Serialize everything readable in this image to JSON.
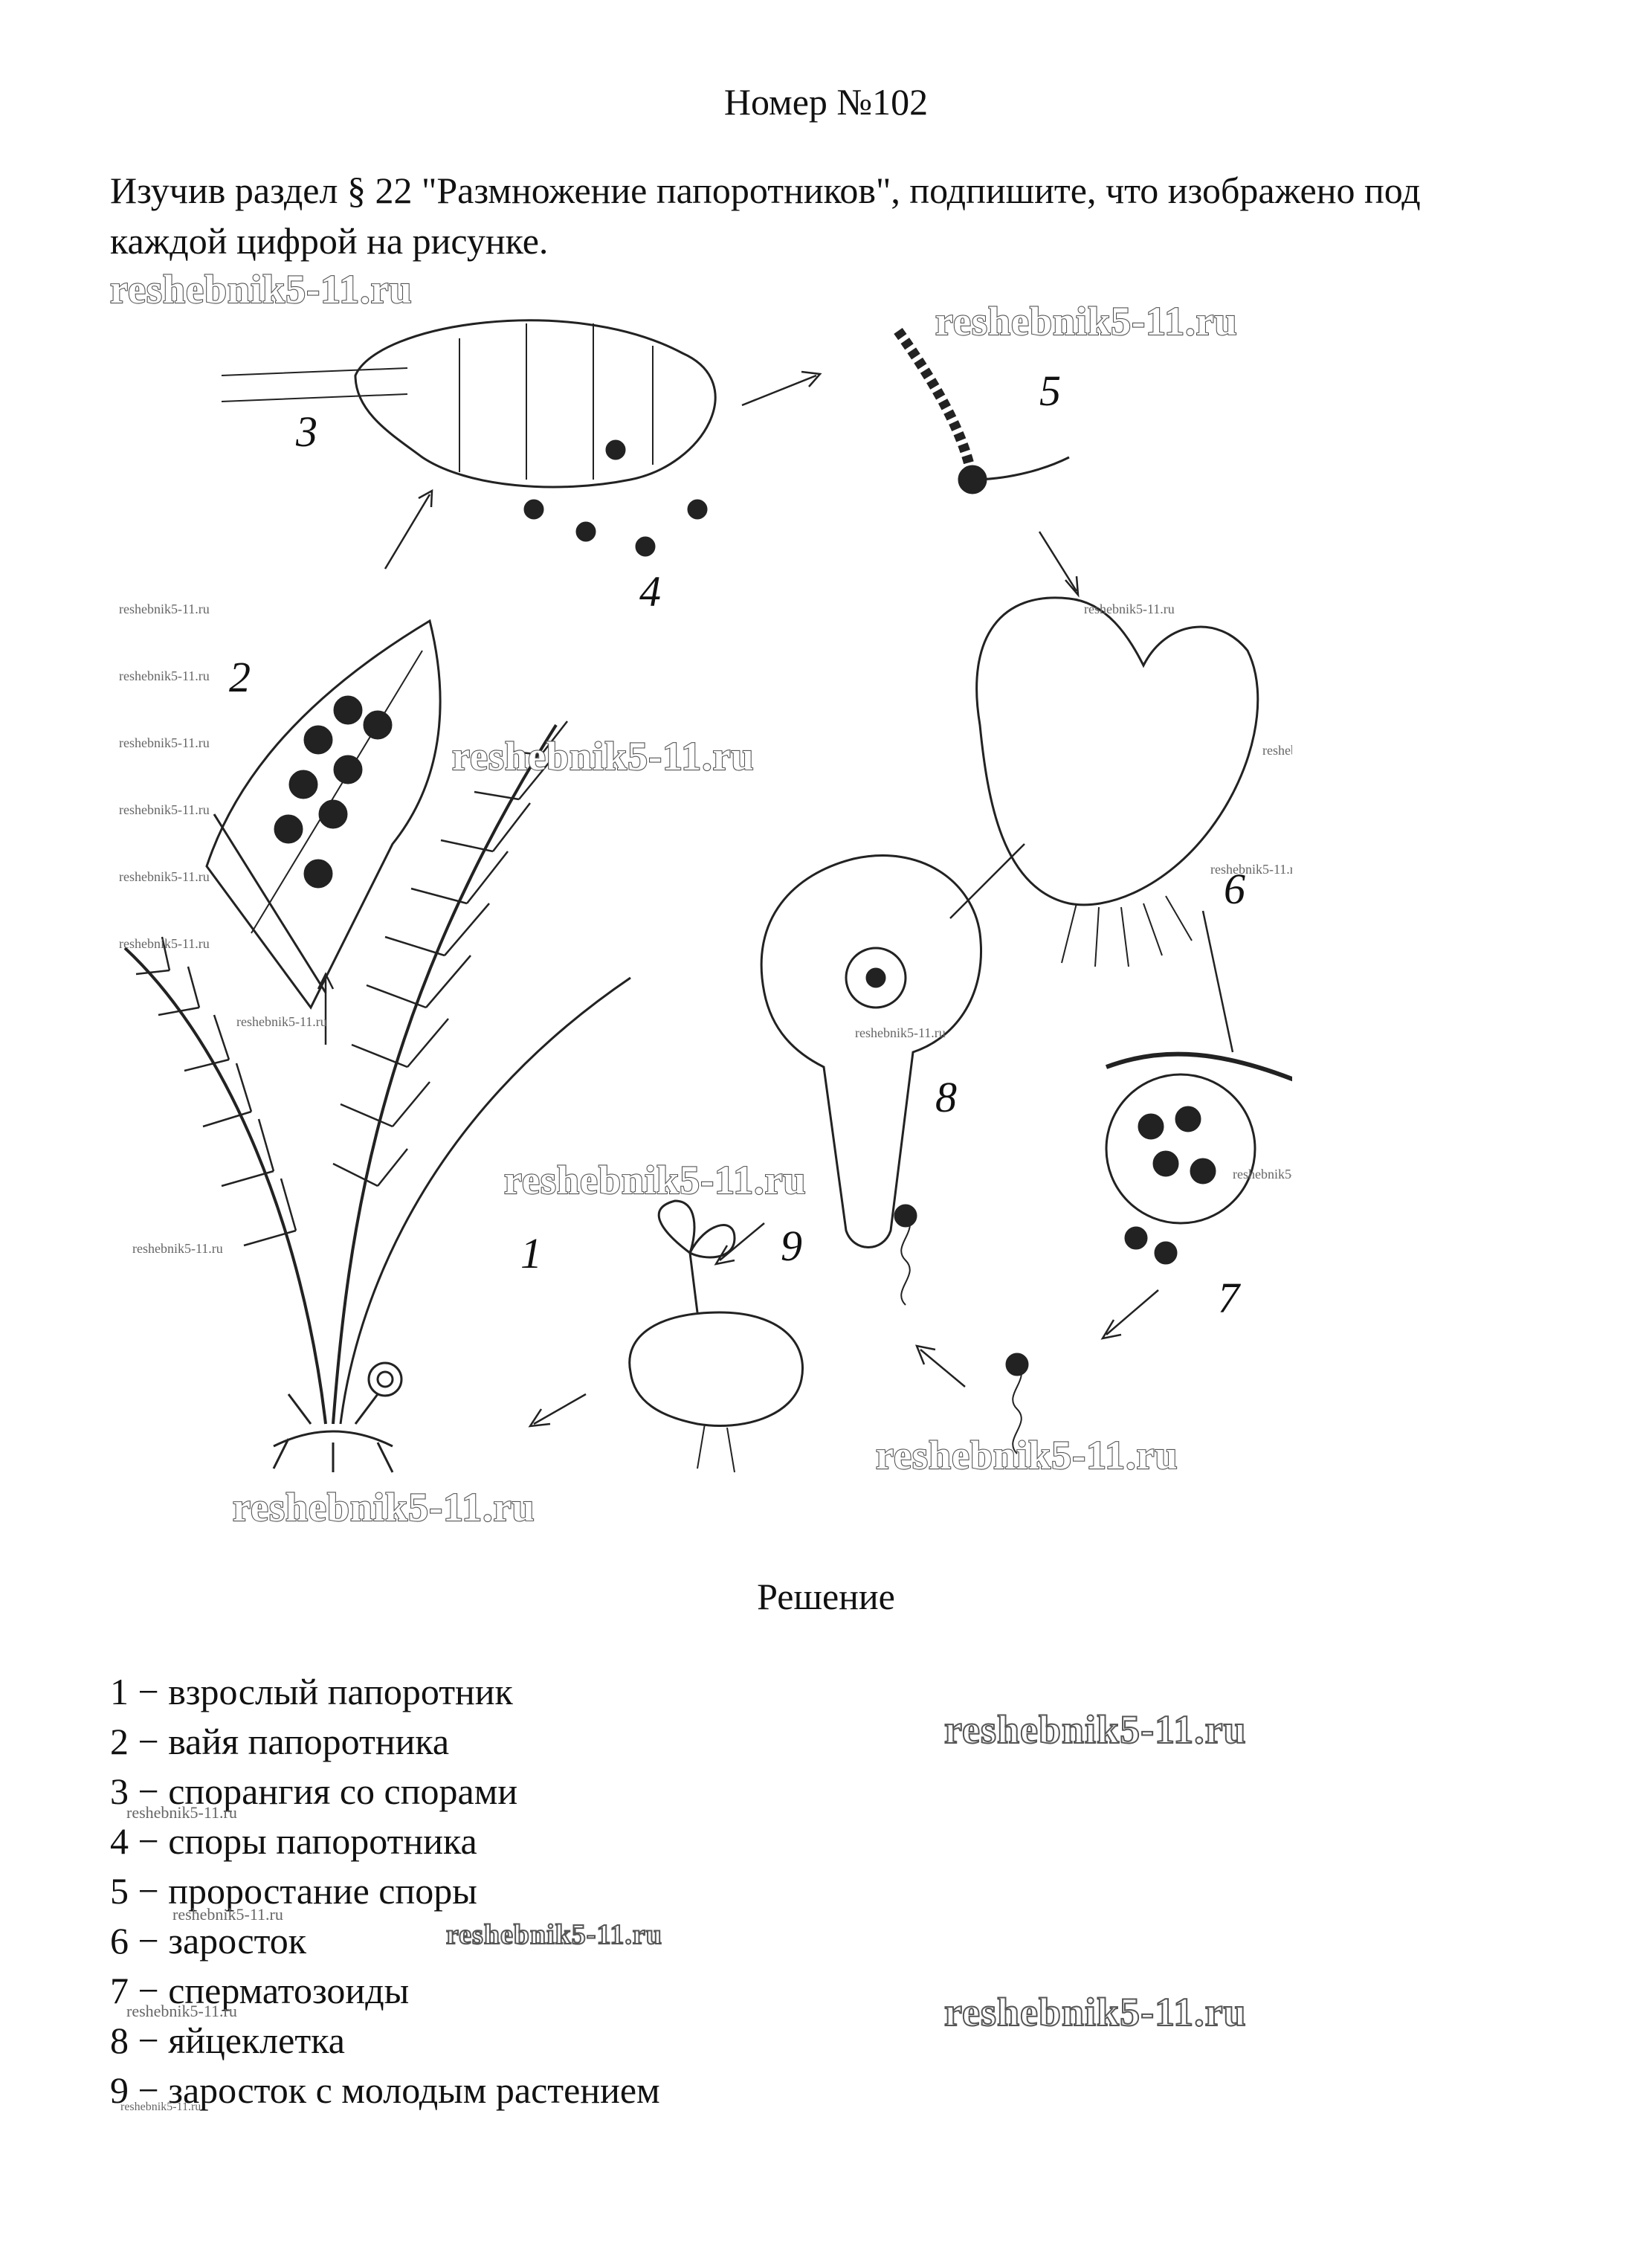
{
  "header": {
    "title": "Номер №102"
  },
  "task": {
    "text": "Изучив раздел § 22 \"Размножение папоротников\", подпишите, что изображено под каждой цифрой на рисунке."
  },
  "figure": {
    "labels": [
      "1",
      "2",
      "3",
      "4",
      "5",
      "6",
      "7",
      "8",
      "9"
    ],
    "watermark": "reshebnik5-11.ru"
  },
  "solution": {
    "heading": "Решение",
    "answers": [
      "1 − взрослый папоротник",
      "2 − вайя папоротника",
      "3 − спорангия со спорами",
      "4 − споры папоротника",
      "5 − проростание споры",
      "6 − заросток",
      "7 − сперматозоиды",
      "8 − яйцеклетка",
      "9 − заросток с молодым растением"
    ]
  }
}
